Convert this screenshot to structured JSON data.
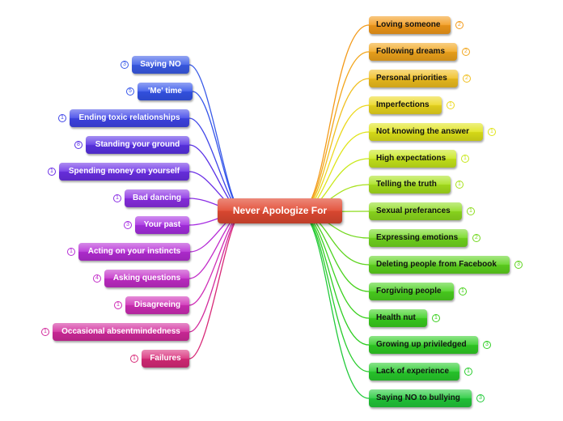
{
  "central_topic": {
    "label": "Never Apologize For",
    "color": "#e24a32"
  },
  "left_branches": [
    {
      "label": "Saying NO",
      "count": "3",
      "color": "#3a5be8"
    },
    {
      "label": "'Me' time",
      "count": "5",
      "color": "#3454ea"
    },
    {
      "label": "Ending toxic relationships",
      "count": "1",
      "color": "#3f45e8"
    },
    {
      "label": "Standing your ground",
      "count": "8",
      "color": "#5a32e6"
    },
    {
      "label": "Spending money on yourself",
      "count": "1",
      "color": "#6b2fe6"
    },
    {
      "label": "Bad dancing",
      "count": "1",
      "color": "#8a2ee4"
    },
    {
      "label": "Your past",
      "count": "3",
      "color": "#a72ee2"
    },
    {
      "label": "Acting on your instincts",
      "count": "1",
      "color": "#b52cd6"
    },
    {
      "label": "Asking questions",
      "count": "4",
      "color": "#c22cc8"
    },
    {
      "label": "Disagreeing",
      "count": "1",
      "color": "#cf2cb6"
    },
    {
      "label": "Occasional absentmindedness",
      "count": "1",
      "color": "#d22a9c"
    },
    {
      "label": "Failures",
      "count": "1",
      "color": "#d82a78"
    }
  ],
  "right_branches": [
    {
      "label": "Loving someone",
      "count": "2",
      "color": "#f39a1a"
    },
    {
      "label": "Following dreams",
      "count": "2",
      "color": "#f2a61c"
    },
    {
      "label": "Personal priorities",
      "count": "2",
      "color": "#f0bf1e"
    },
    {
      "label": "Imperfections",
      "count": "1",
      "color": "#ecd81e"
    },
    {
      "label": "Not knowing the answer",
      "count": "1",
      "color": "#e0e418"
    },
    {
      "label": "High expectations",
      "count": "1",
      "color": "#c8e81a"
    },
    {
      "label": "Telling the truth",
      "count": "1",
      "color": "#a8e21c"
    },
    {
      "label": "Sexual preferances",
      "count": "1",
      "color": "#8edc1e"
    },
    {
      "label": "Expressing emotions",
      "count": "2",
      "color": "#72d81e"
    },
    {
      "label": "Deleting people from Facebook",
      "count": "3",
      "color": "#5ed41e"
    },
    {
      "label": "Forgiving people",
      "count": "1",
      "color": "#4ad21e"
    },
    {
      "label": "Health nut",
      "count": "1",
      "color": "#3ad01e"
    },
    {
      "label": "Growing up priviledged",
      "count": "3",
      "color": "#30ce24"
    },
    {
      "label": "Lack of experience",
      "count": "1",
      "color": "#28cc2c"
    },
    {
      "label": "Saying NO to bullying",
      "count": "3",
      "color": "#22ca3a"
    }
  ]
}
